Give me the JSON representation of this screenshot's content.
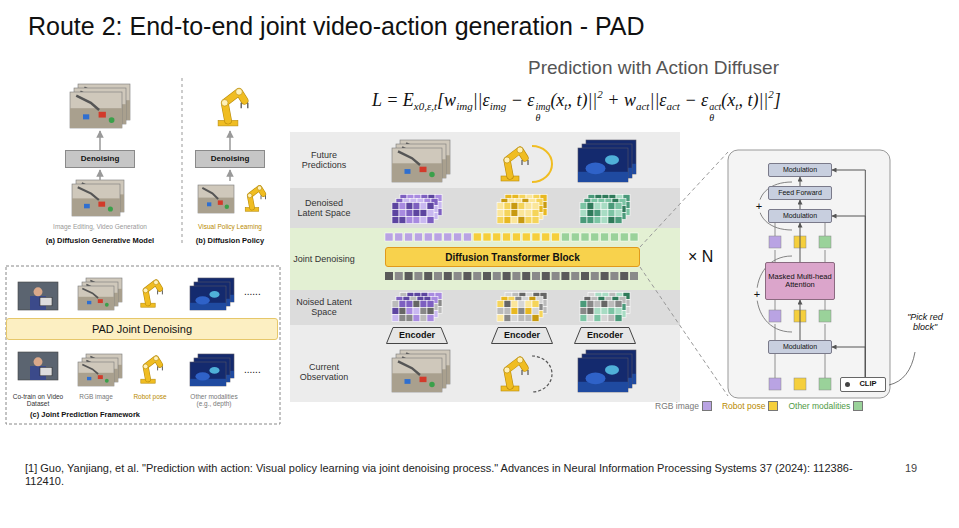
{
  "diagram": {
    "title": "Route 2: End-to-end joint video-action generation - PAD",
    "nodes": [
      {
        "text": [
          "Denoising"
        ]
      },
      {
        "text": [
          "Denoising"
        ]
      },
      {
        "text": [
          "PAD Joint Denoising"
        ]
      },
      {
        "text": [
          "Diffusion Transformer Block"
        ]
      },
      {
        "text": [
          "Encoder"
        ]
      },
      {
        "text": [
          "Encoder"
        ]
      },
      {
        "text": [
          "Encoder"
        ]
      },
      {
        "text": [
          "Modulation"
        ]
      },
      {
        "text": [
          "Feed Forward"
        ]
      },
      {
        "text": [
          "Modulation"
        ]
      },
      {
        "text": [
          "Masked Multi-head Attention"
        ]
      },
      {
        "text": [
          "Modulation"
        ]
      },
      {
        "text": [
          "CLIP"
        ]
      }
    ],
    "edges": [
      {
        "from": 11,
        "to": 10,
        "arrow": "to"
      },
      {
        "from": 10,
        "to": 9,
        "arrow": "to"
      },
      {
        "from": 9,
        "to": 8,
        "arrow": "to"
      },
      {
        "from": 8,
        "to": 7,
        "arrow": "to"
      },
      {
        "from": 12,
        "to": 11,
        "arrow": "to"
      },
      {
        "from": 12,
        "to": 9,
        "arrow": "to"
      },
      {
        "from": 12,
        "to": 7,
        "arrow": "to"
      }
    ],
    "labels": [
      "Prediction with Action Diffuser",
      "L = E",
      "x0,ε,t",
      "[w",
      "img",
      "||ε",
      "img",
      " − ε",
      "img",
      "θ",
      "(x",
      "t",
      ", t)||",
      "2",
      " + w",
      "act",
      "||ε",
      "act",
      " − ε",
      "act",
      "θ",
      "(x",
      "t",
      ", t)||",
      "2",
      "]",
      "Image Editing, Video Generation",
      "(a) Diffusion Generative Model",
      "Visual Policy Learning",
      "(b) Diffusion Policy",
      "......",
      "Co-train on Video Dataset",
      "RGB image",
      "Robot pose",
      "Other modalities (e.g., depth)",
      "......",
      "(c) Joint Prediction Framework",
      "Future Predictions",
      "Denoised Latent Space",
      "Joint Denoising",
      "Noised Latent Space",
      "Current Observation",
      "× N",
      "+",
      "+",
      "\"Pick red block\"",
      "[1] Guo, Yanjiang, et al. \"Prediction with action: Visual policy learning via joint denoising process.\" Advances in Neural Information Processing Systems 37 (2024): 112386-112410.",
      "19"
    ],
    "legend": [
      {
        "text": "RGB image",
        "color": "#b9a3e3"
      },
      {
        "text": "Robot pose",
        "color": "#f5cf3c"
      },
      {
        "text": "Other modalities",
        "color": "#9ad29a"
      }
    ]
  }
}
